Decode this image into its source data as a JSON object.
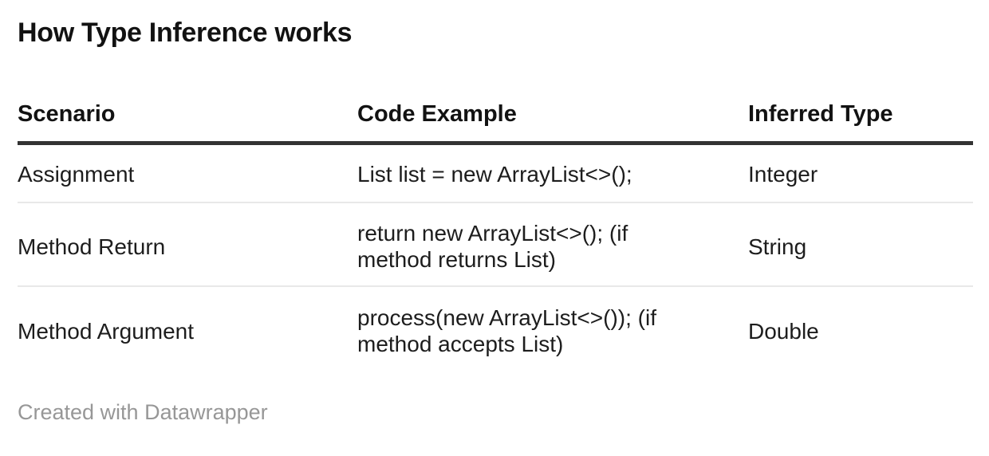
{
  "title": "How Type Inference works",
  "table": {
    "columns": [
      "Scenario",
      "Code Example",
      "Inferred Type"
    ],
    "rows": [
      {
        "scenario": "Assignment",
        "code": "List list = new ArrayList<>();",
        "inferred_type": "Integer"
      },
      {
        "scenario": "Method Return",
        "code": "return new ArrayList<>(); (if method returns List)",
        "inferred_type": "String"
      },
      {
        "scenario": "Method Argument",
        "code": "process(new ArrayList<>()); (if method accepts List)",
        "inferred_type": "Double"
      }
    ]
  },
  "footer": {
    "credit": "Created with Datawrapper"
  },
  "colors": {
    "text": "#1d1d1d",
    "title_text": "#121212",
    "header_rule": "#333333",
    "row_divider": "#e8e8e8",
    "footer_text": "#979797",
    "background": "#ffffff"
  },
  "chart_data": {
    "type": "table",
    "title": "How Type Inference works",
    "columns": [
      "Scenario",
      "Code Example",
      "Inferred Type"
    ],
    "rows": [
      [
        "Assignment",
        "List list = new ArrayList<>();",
        "Integer"
      ],
      [
        "Method Return",
        "return new ArrayList<>(); (if method returns List)",
        "String"
      ],
      [
        "Method Argument",
        "process(new ArrayList<>()); (if method accepts List)",
        "Double"
      ]
    ],
    "credit": "Created with Datawrapper",
    "layout": "header rule dark, light row dividers, left-aligned text, no gridlines"
  }
}
